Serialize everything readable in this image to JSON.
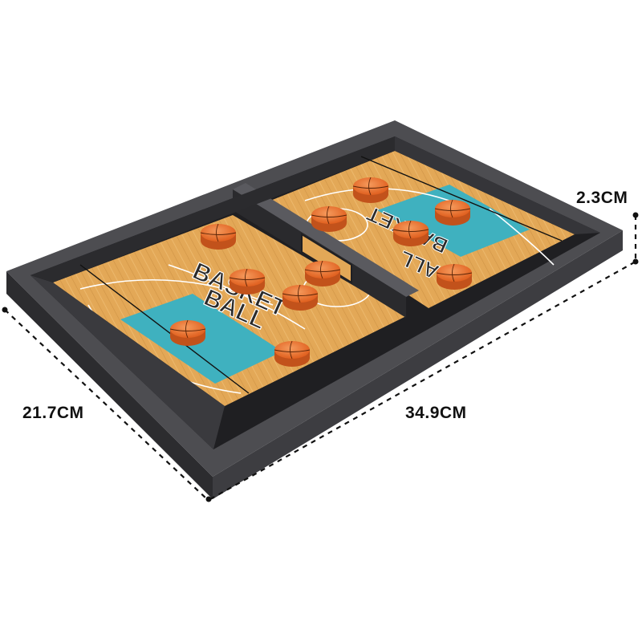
{
  "dimensions": {
    "height_label": "2.3CM",
    "width_label": "21.7CM",
    "length_label": "34.9CM"
  },
  "board_logo": {
    "near_line1": "BASKET",
    "near_line2": "BALL",
    "far_line1": "BASKET",
    "far_line2": "BALL"
  },
  "colors": {
    "frame_top": "#4a4a4d",
    "frame_side": "#2f2f32",
    "frame_outer_front": "#3a3a3d",
    "court_wood": "#e3a857",
    "court_wood_dark": "#c98a3d",
    "paint_teal": "#3fb1bf",
    "puck": "#ee6e2a",
    "puck_side": "#c2521b",
    "logo_fill": "#2a2a2a",
    "logo_accent": "#d12b2b"
  },
  "icons": {
    "puck": "basketball-puck-icon"
  }
}
